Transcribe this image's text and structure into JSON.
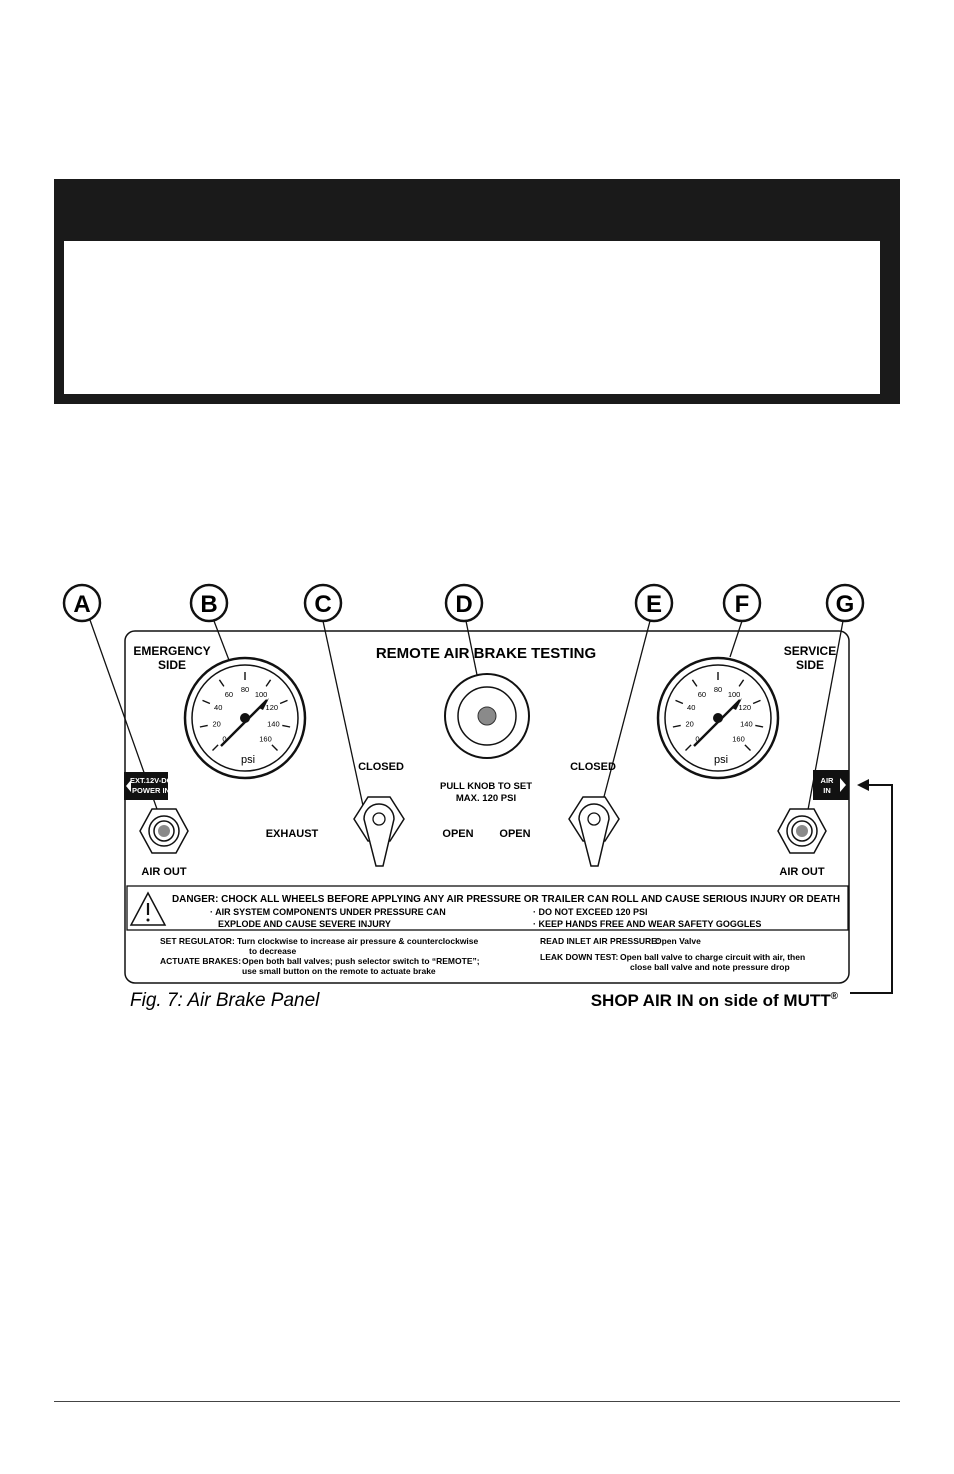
{
  "callouts": [
    "A",
    "B",
    "C",
    "D",
    "E",
    "F",
    "G"
  ],
  "panel": {
    "title": "REMOTE AIR BRAKE TESTING",
    "emergency_label": [
      "EMERGENCY",
      "SIDE"
    ],
    "service_label": [
      "SERVICE",
      "SIDE"
    ],
    "gauge_ticks": [
      "0",
      "20",
      "40",
      "60",
      "80",
      "100",
      "120",
      "140",
      "160"
    ],
    "gauge_unit": "psi",
    "power_tag": [
      "EXT.12V-DC",
      "POWER IN"
    ],
    "air_in_tag": [
      "AIR",
      "IN"
    ],
    "air_out_left": "AIR OUT",
    "air_out_right": "AIR OUT",
    "closed_left": "CLOSED",
    "closed_right": "CLOSED",
    "exhaust": "EXHAUST",
    "open_left": "OPEN",
    "open_right": "OPEN",
    "regulator_text": [
      "PULL KNOB TO SET",
      "MAX. 120 PSI"
    ],
    "danger": "DANGER: CHOCK ALL WHEELS BEFORE APPLYING ANY AIR PRESSURE OR TRAILER CAN ROLL AND CAUSE SERIOUS INJURY OR DEATH",
    "danger_left": [
      "· AIR SYSTEM COMPONENTS UNDER PRESSURE CAN",
      "EXPLODE AND CAUSE SEVERE INJURY"
    ],
    "danger_right": [
      "· DO NOT EXCEED 120 PSI",
      "· KEEP HANDS FREE AND WEAR SAFETY GOGGLES"
    ],
    "set_regulator_label": "SET REGULATOR:",
    "set_regulator_text": [
      "Turn clockwise to increase air pressure & counterclockwise",
      "to decrease"
    ],
    "actuate_label": "ACTUATE BRAKES:",
    "actuate_text": [
      "Open both ball valves; push selector switch to “REMOTE”;",
      "use small button on the remote to actuate brake"
    ],
    "read_inlet_label": "READ INLET AIR PRESSURE:",
    "read_inlet_text": "Open Valve",
    "leak_label": "LEAK DOWN TEST:",
    "leak_text": [
      "Open ball valve to charge circuit with air, then",
      "close ball valve and note pressure drop"
    ]
  },
  "caption": "Fig. 7: Air Brake Panel",
  "shop_air": "SHOP AIR IN on side of MUTT",
  "shop_air_mark": "®"
}
